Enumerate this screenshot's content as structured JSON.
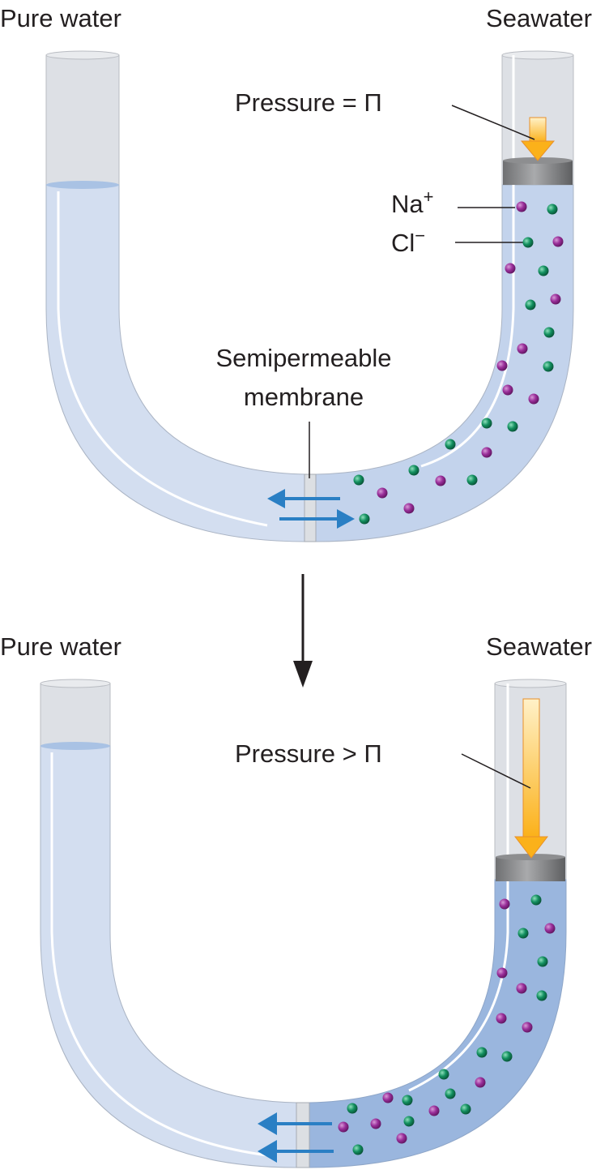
{
  "top_panel": {
    "left_label": "Pure water",
    "right_label": "Seawater",
    "pressure_label": "Pressure = Π",
    "na_label": "Na",
    "na_charge": "+",
    "cl_label": "Cl",
    "cl_charge": "−",
    "membrane_label_line1": "Semipermeable",
    "membrane_label_line2": "membrane",
    "flow": "equilibrium (arrows both directions)"
  },
  "bottom_panel": {
    "left_label": "Pure water",
    "right_label": "Seawater",
    "pressure_label": "Pressure > Π",
    "flow": "reverse osmosis (arrows toward pure water)"
  },
  "colors": {
    "pure_water": "#d3def0",
    "seawater_top": "#c3d3ec",
    "seawater_bottom": "#9ab6de",
    "empty_tube": "#dde0e5",
    "sodium_ion": "#8e2a8e",
    "chloride_ion": "#138a5a",
    "flow_arrow": "#2a7fc4",
    "pressure_arrow": "#fbb820",
    "piston": "#7a7b7d",
    "text": "#231f20"
  }
}
